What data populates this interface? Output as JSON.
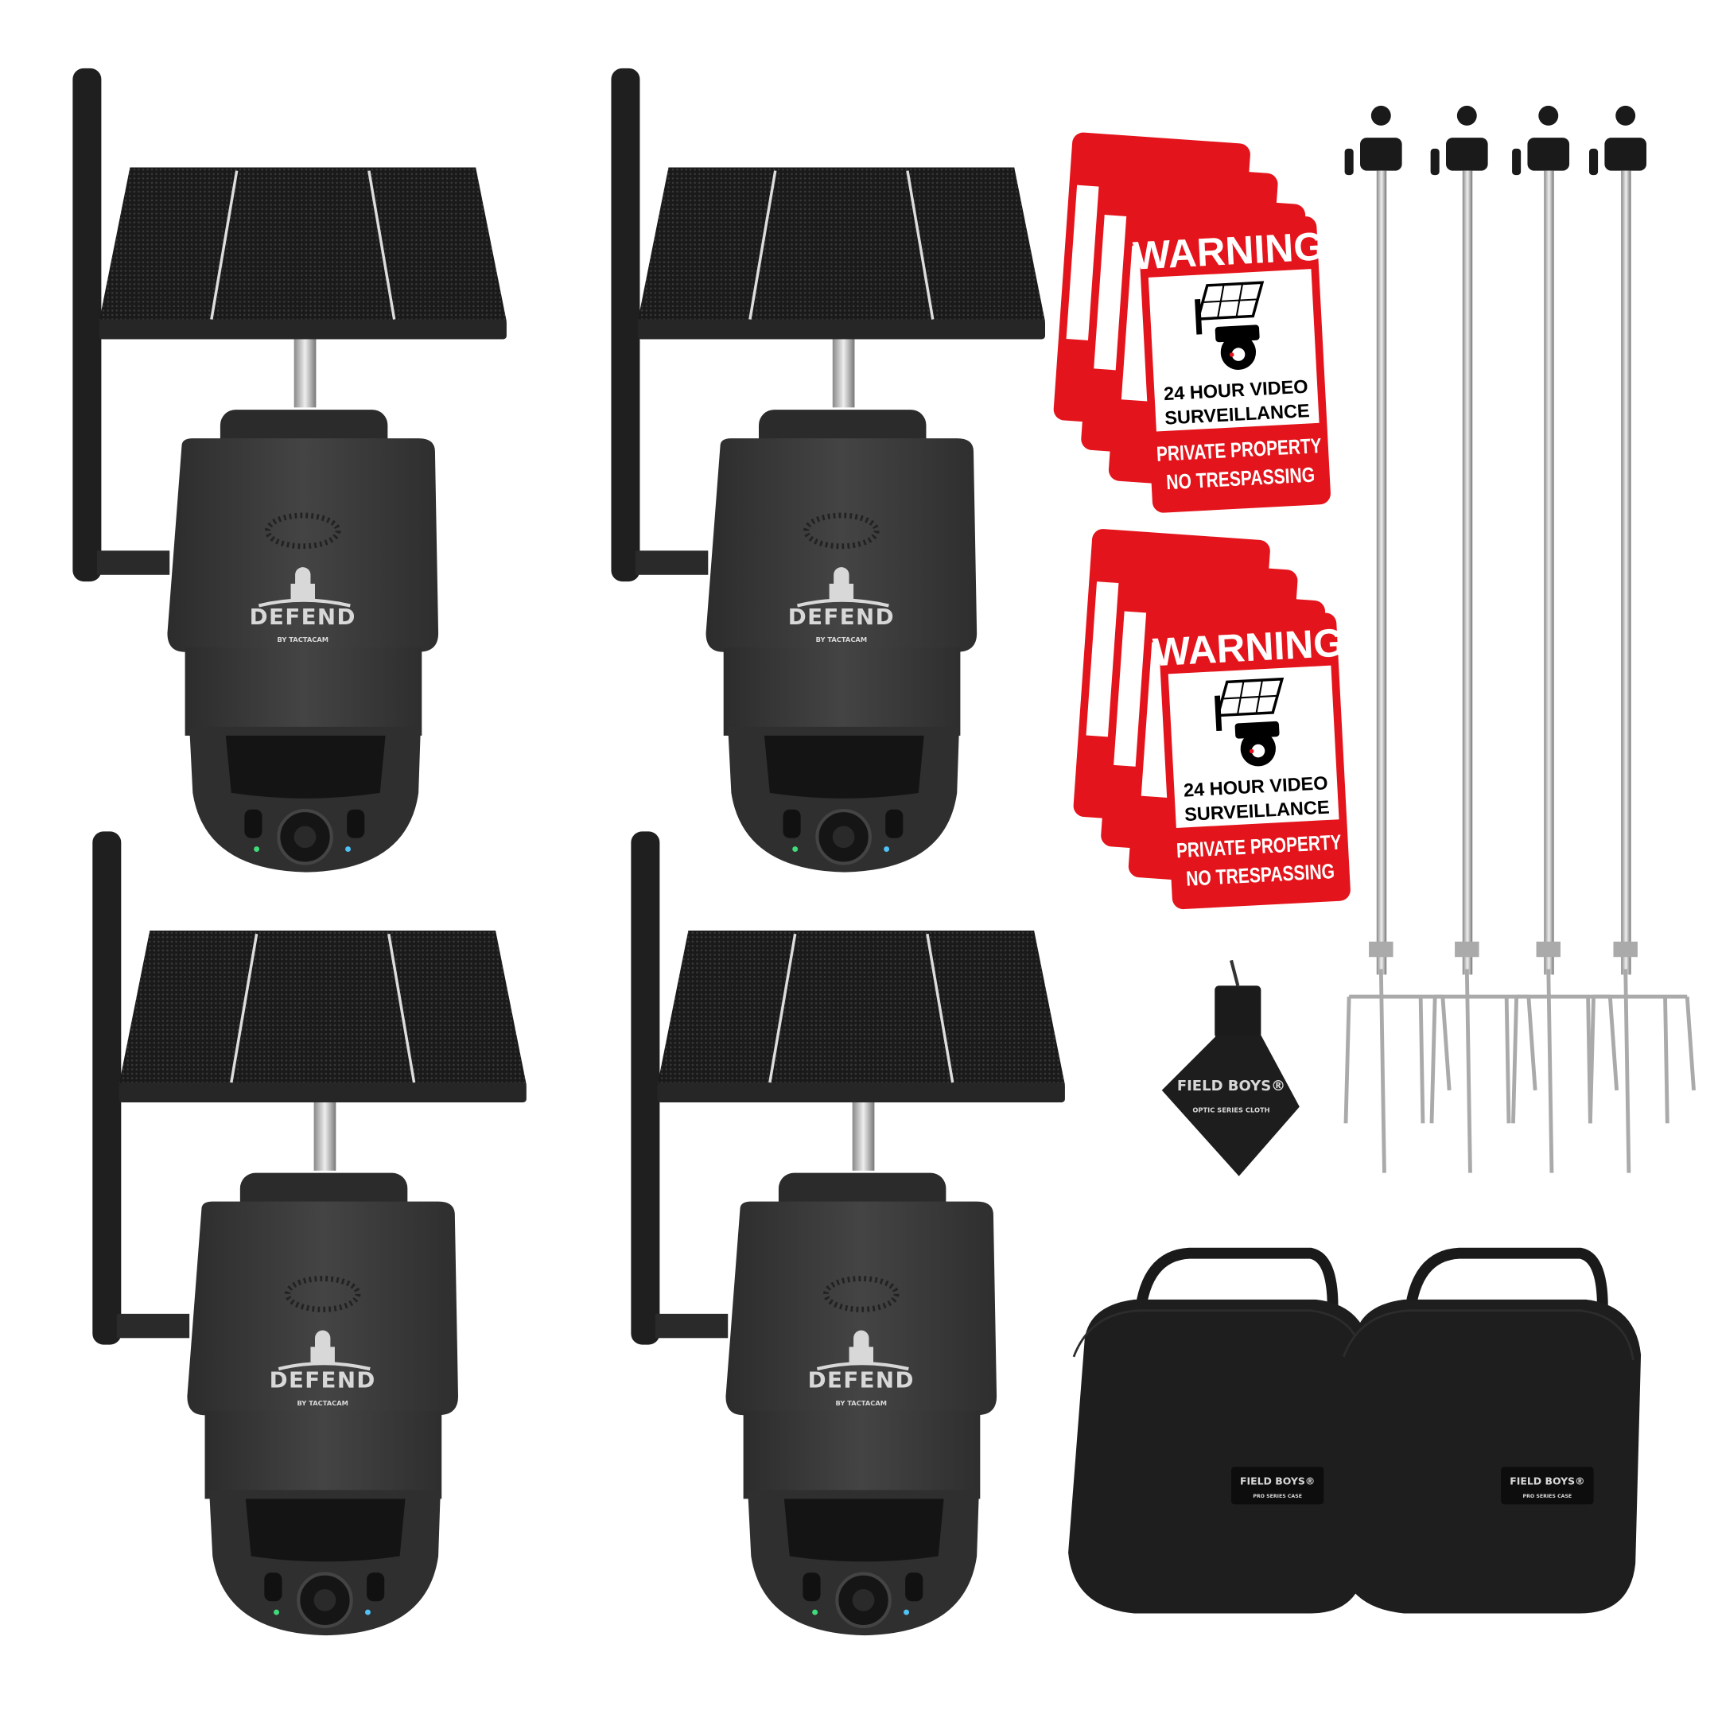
{
  "camera": {
    "brand": "DEFEND",
    "tagline": "BY TACTACAM",
    "count": 4,
    "led_colors": [
      "#3fdc7a",
      "#4fc3f7"
    ]
  },
  "sign": {
    "title": "WARNING",
    "line1": "24 HOUR VIDEO",
    "line2": "SURVEILLANCE",
    "line3": "PRIVATE PROPERTY",
    "line4": "NO TRESPASSING",
    "red": "#e3141b"
  },
  "cloth": {
    "brand": "FIELD BOYS®",
    "sub": "OPTIC SERIES CLOTH"
  },
  "case": {
    "brand": "FIELD BOYS®",
    "sub": "PRO SERIES CASE"
  },
  "stakes": {
    "count": 4
  }
}
